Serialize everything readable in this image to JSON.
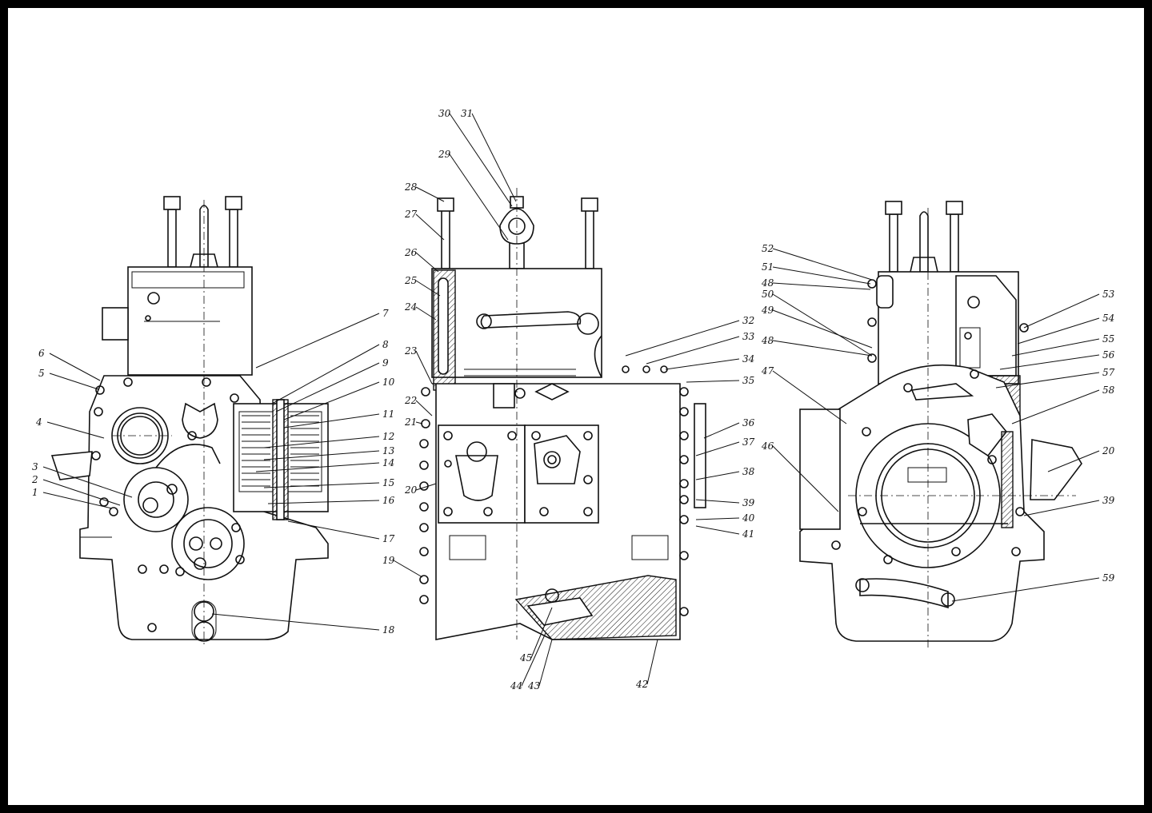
{
  "callouts": {
    "left": [
      "1",
      "2",
      "3",
      "4",
      "5",
      "6",
      "7",
      "8",
      "9",
      "10",
      "11",
      "12",
      "13",
      "14",
      "15",
      "16",
      "17",
      "18"
    ],
    "middle": [
      "19",
      "20",
      "21",
      "22",
      "23",
      "24",
      "25",
      "26",
      "27",
      "28",
      "29",
      "30",
      "31",
      "32",
      "33",
      "34",
      "35",
      "36",
      "37",
      "38",
      "39",
      "40",
      "41",
      "42",
      "43",
      "44",
      "45"
    ],
    "right": [
      "46",
      "47",
      "48",
      "49",
      "50",
      "51",
      "48",
      "52",
      "53",
      "54",
      "55",
      "56",
      "57",
      "58",
      "20",
      "39",
      "59"
    ]
  },
  "icons": {
    "leader-lines": "callout-leader",
    "bolts": "hex-nut-icon"
  }
}
